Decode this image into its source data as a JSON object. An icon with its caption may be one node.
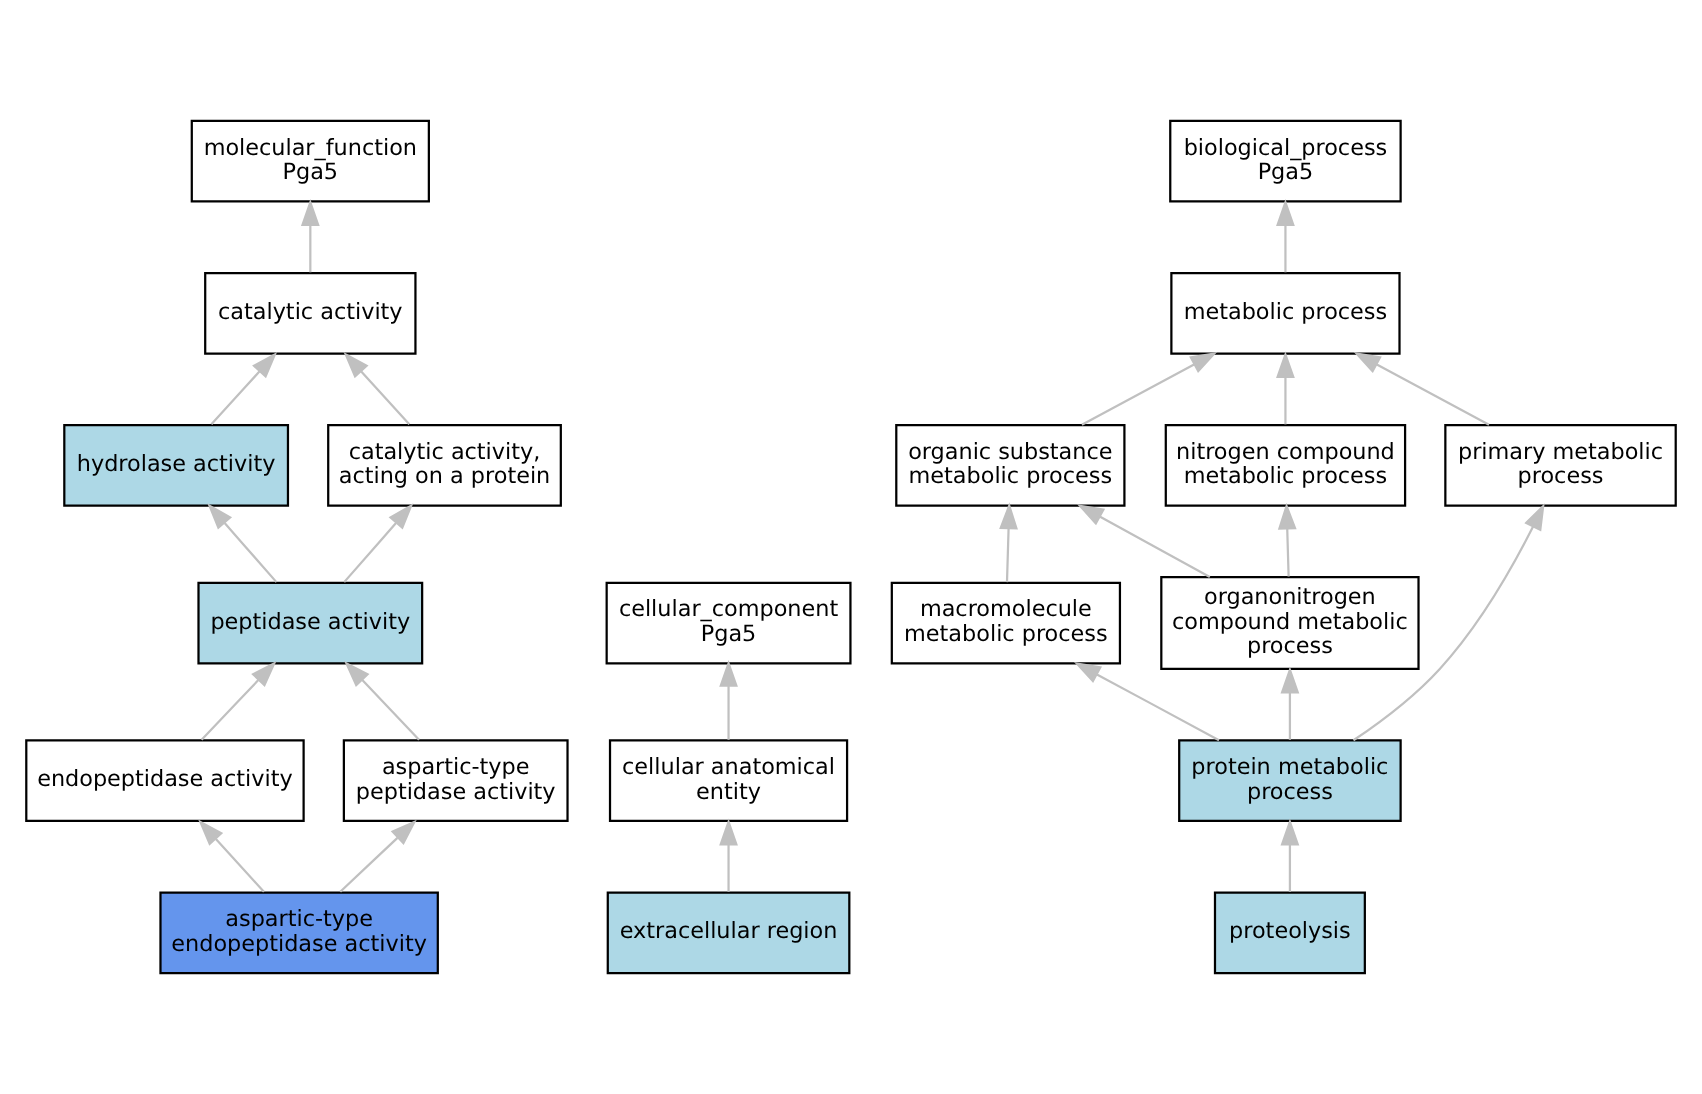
{
  "diagram": {
    "nodes": [
      {
        "text": [
          "molecular_function",
          "Pga5"
        ]
      },
      {
        "text": [
          "catalytic activity"
        ]
      },
      {
        "text": [
          "hydrolase activity"
        ]
      },
      {
        "text": [
          "catalytic activity, acting on a protein"
        ]
      },
      {
        "text": [
          "peptidase activity"
        ]
      },
      {
        "text": [
          "endopeptidase activity"
        ]
      },
      {
        "text": [
          "aspartic-type peptidase activity"
        ]
      },
      {
        "text": [
          "aspartic-type endopeptidase activity"
        ]
      },
      {
        "text": [
          "cellular_component",
          "Pga5"
        ]
      },
      {
        "text": [
          "cellular anatomical entity"
        ]
      },
      {
        "text": [
          "extracellular region"
        ]
      },
      {
        "text": [
          "biological_process",
          "Pga5"
        ]
      },
      {
        "text": [
          "metabolic process"
        ]
      },
      {
        "text": [
          "organic substance metabolic process"
        ]
      },
      {
        "text": [
          "nitrogen compound metabolic process"
        ]
      },
      {
        "text": [
          "macromolecule metabolic process"
        ]
      },
      {
        "text": [
          "organonitrogen compound metabolic process"
        ]
      },
      {
        "text": [
          "primary metabolic process"
        ]
      },
      {
        "text": [
          "protein metabolic process"
        ]
      },
      {
        "text": [
          "proteolysis"
        ]
      }
    ],
    "edges": [
      {
        "from": 1,
        "to": 0,
        "arrow": "to"
      },
      {
        "from": 2,
        "to": 1,
        "arrow": "to"
      },
      {
        "from": 3,
        "to": 1,
        "arrow": "to"
      },
      {
        "from": 4,
        "to": 2,
        "arrow": "to"
      },
      {
        "from": 4,
        "to": 3,
        "arrow": "to"
      },
      {
        "from": 5,
        "to": 4,
        "arrow": "to"
      },
      {
        "from": 6,
        "to": 4,
        "arrow": "to"
      },
      {
        "from": 7,
        "to": 5,
        "arrow": "to"
      },
      {
        "from": 7,
        "to": 6,
        "arrow": "to"
      },
      {
        "from": 9,
        "to": 8,
        "arrow": "to"
      },
      {
        "from": 10,
        "to": 9,
        "arrow": "to"
      },
      {
        "from": 12,
        "to": 11,
        "arrow": "to"
      },
      {
        "from": 13,
        "to": 12,
        "arrow": "to"
      },
      {
        "from": 14,
        "to": 12,
        "arrow": "to"
      },
      {
        "from": 17,
        "to": 12,
        "arrow": "to"
      },
      {
        "from": 15,
        "to": 13,
        "arrow": "to"
      },
      {
        "from": 16,
        "to": 13,
        "arrow": "to"
      },
      {
        "from": 16,
        "to": 14,
        "arrow": "to"
      },
      {
        "from": 18,
        "to": 15,
        "arrow": "to"
      },
      {
        "from": 18,
        "to": 16,
        "arrow": "to"
      },
      {
        "from": 18,
        "to": 17,
        "arrow": "to"
      },
      {
        "from": 19,
        "to": 18,
        "arrow": "to"
      }
    ]
  }
}
